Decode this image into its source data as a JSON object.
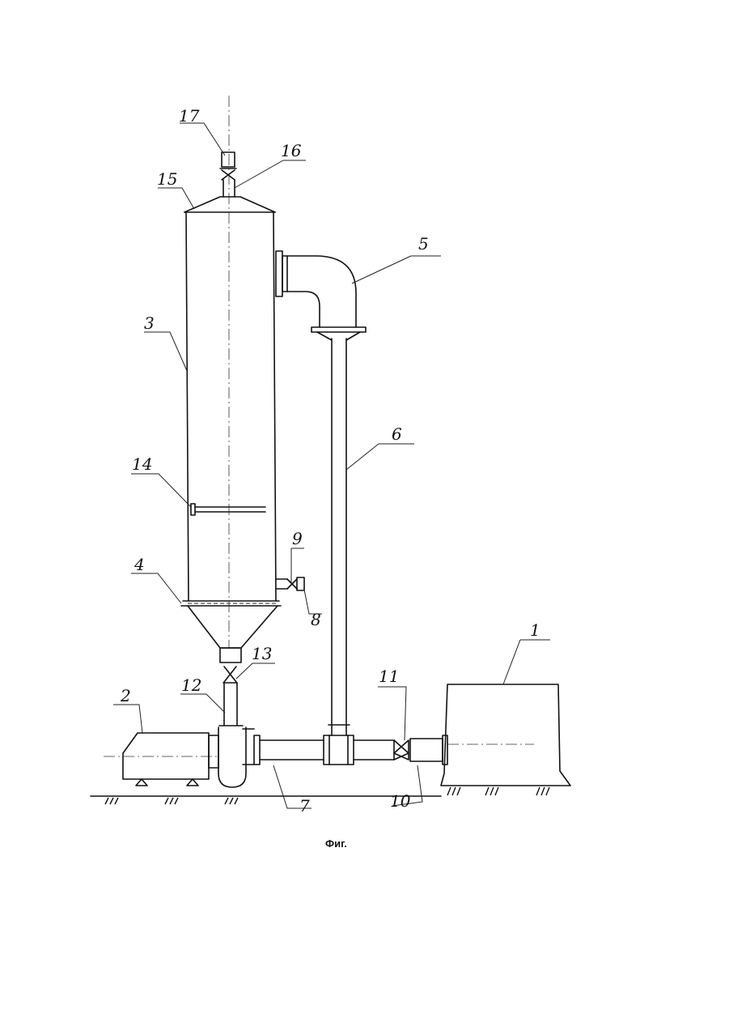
{
  "figure": {
    "caption": "Фиг.",
    "labels": {
      "l1": "1",
      "l2": "2",
      "l3": "3",
      "l4": "4",
      "l5": "5",
      "l6": "6",
      "l7": "7",
      "l8": "8",
      "l9": "9",
      "l10": "10",
      "l11": "11",
      "l12": "12",
      "l13": "13",
      "l14": "14",
      "l15": "15",
      "l16": "16",
      "l17": "17"
    }
  }
}
